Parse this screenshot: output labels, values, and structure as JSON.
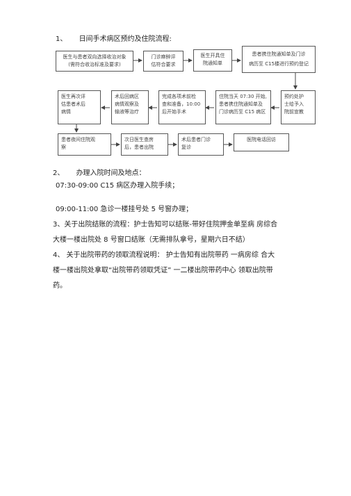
{
  "section1": {
    "number": "1、",
    "title": "日间手术病区预约及住院流程:"
  },
  "flowchart": {
    "row1": [
      {
        "lines": [
          "医生与患者双向选择收治对象",
          "(需符合收治标准及要求)"
        ]
      },
      {
        "lines": [
          "门诊麻醉评",
          "估符合要求"
        ]
      },
      {
        "lines": [
          "医生开具住",
          "院通知单"
        ]
      },
      {
        "lines": [
          "患者携住院通知单及门诊",
          "病历至 C15楼进行预约登记"
        ]
      }
    ],
    "row2": [
      {
        "lines": [
          "医生再次评",
          "估患者术后",
          "病情"
        ]
      },
      {
        "lines": [
          "术后回病区",
          "病情观察及",
          "输液等治疗"
        ]
      },
      {
        "lines": [
          "完成各项术前检",
          "查和准备，10:00",
          "后开始手术"
        ]
      },
      {
        "lines": [
          "住院当天 07:30 开始,",
          "患者携住院通知单及",
          "门诊病历至 C15 病区"
        ]
      },
      {
        "lines": [
          "预约处护",
          "士给予入",
          "院前宣教"
        ]
      }
    ],
    "row3": [
      {
        "lines": [
          "患者夜间住院观",
          "察"
        ]
      },
      {
        "lines": [
          "次日医生查房",
          "后，患者出院"
        ]
      },
      {
        "lines": [
          "术后患者门诊",
          "复诊"
        ]
      },
      {
        "lines": [
          "医院电话回访"
        ]
      }
    ]
  },
  "section2": {
    "number": "2、",
    "title": "办理入院时间及地点：",
    "line1": "07:30-09:00    C15 病区办理入院手续；",
    "line2": "09:00-11:00         急诊一楼挂号处 5 号窗办理；"
  },
  "section3": {
    "line1": "3、关于出院结账的流程：护士告知可以结账-带好住院押金单至病  房综合",
    "line2": "大楼一楼出院处 8 号窗口结账（无需排队拿号，星期六日不结）"
  },
  "section4": {
    "line1": "4、  关于出院带药的领取流程说明：  护士告知有出院带药  一病房综  合大",
    "line2": "楼一楼出院处拿取“出院带药领取凭证”  一二楼出院带药中心  领取出院带",
    "line3": "药。"
  }
}
